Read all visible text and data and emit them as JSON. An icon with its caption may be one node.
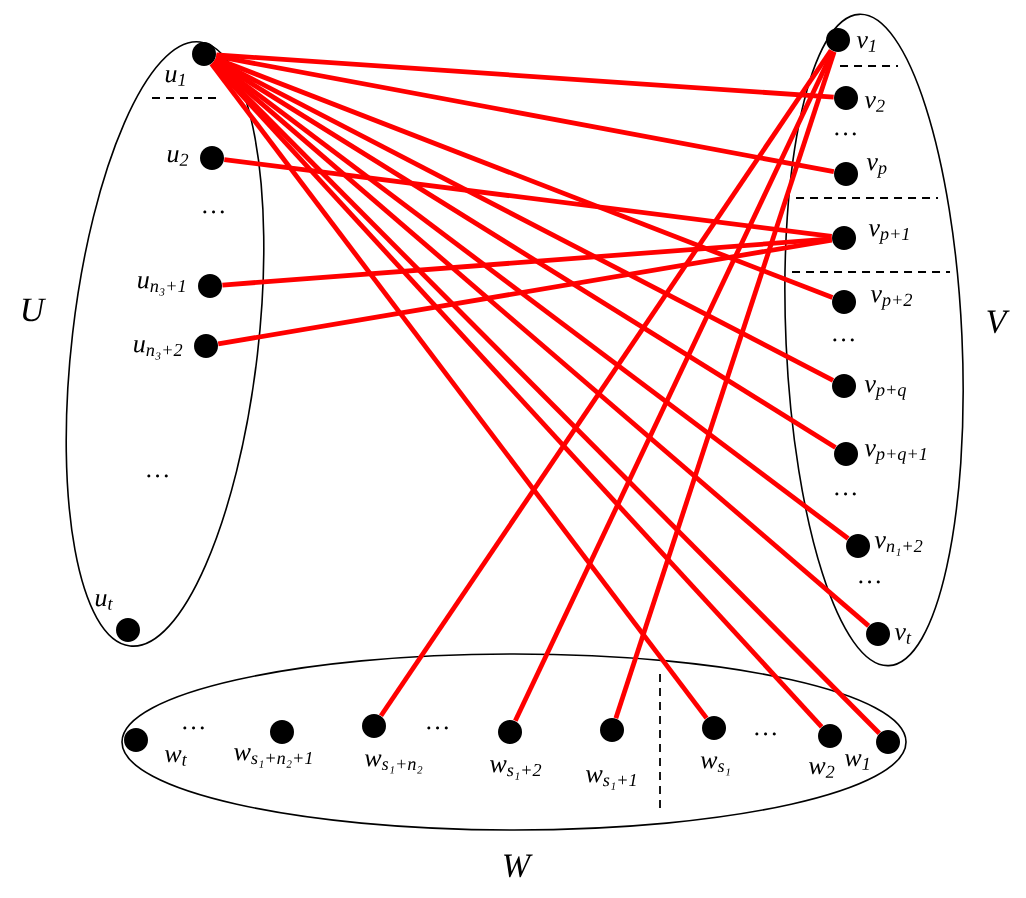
{
  "diagram": {
    "nodes": [
      {
        "text": [
          "U"
        ]
      },
      {
        "text": [],
        "shape": "circle",
        "beside": [
          "u$_{1}$"
        ],
        "in": 0
      },
      {
        "text": [],
        "shape": "circle",
        "beside": [
          "u$_{2}$"
        ],
        "in": 0
      },
      {
        "text": [],
        "shape": "circle",
        "beside": [
          "u$_{n₃+1}$"
        ],
        "in": 0
      },
      {
        "text": [],
        "shape": "circle",
        "beside": [
          "u$_{n₃+2}$"
        ],
        "in": 0
      },
      {
        "text": [],
        "shape": "circle",
        "beside": [
          "u$_{t}$"
        ],
        "in": 0
      },
      {
        "text": [
          "V"
        ]
      },
      {
        "text": [],
        "shape": "circle",
        "beside": [
          "v$_{1}$"
        ],
        "in": 6
      },
      {
        "text": [],
        "shape": "circle",
        "beside": [
          "v$_{2}$"
        ],
        "in": 6
      },
      {
        "text": [],
        "shape": "circle",
        "beside": [
          "v$_{p}$"
        ],
        "in": 6
      },
      {
        "text": [],
        "shape": "circle",
        "beside": [
          "v$_{p+1}$"
        ],
        "in": 6
      },
      {
        "text": [],
        "shape": "circle",
        "beside": [
          "v$_{p+2}$"
        ],
        "in": 6
      },
      {
        "text": [],
        "shape": "circle",
        "beside": [
          "v$_{p+q}$"
        ],
        "in": 6
      },
      {
        "text": [],
        "shape": "circle",
        "beside": [
          "v$_{p+q+1}$"
        ],
        "in": 6
      },
      {
        "text": [],
        "shape": "circle",
        "beside": [
          "v$_{n₁+2}$"
        ],
        "in": 6
      },
      {
        "text": [],
        "shape": "circle",
        "beside": [
          "v$_{t}$"
        ],
        "in": 6
      },
      {
        "text": [
          "W"
        ]
      },
      {
        "text": [],
        "shape": "circle",
        "beside": [
          "w$_{t}$"
        ],
        "in": 16
      },
      {
        "text": [],
        "shape": "circle",
        "beside": [
          "w$_{s₁+n₂+1}$"
        ],
        "in": 16
      },
      {
        "text": [],
        "shape": "circle",
        "beside": [
          "w$_{s₁+n₂}$"
        ],
        "in": 16
      },
      {
        "text": [],
        "shape": "circle",
        "beside": [
          "w$_{s₁+2}$"
        ],
        "in": 16
      },
      {
        "text": [],
        "shape": "circle",
        "beside": [
          "w$_{s₁+1}$"
        ],
        "in": 16
      },
      {
        "text": [],
        "shape": "circle",
        "beside": [
          "w$_{s₁}$"
        ],
        "in": 16
      },
      {
        "text": [],
        "shape": "circle",
        "beside": [
          "w$_{2}$"
        ],
        "in": 16
      },
      {
        "text": [],
        "shape": "circle",
        "beside": [
          "w$_{1}$"
        ],
        "in": 16
      }
    ],
    "edges": [
      {
        "from": 1,
        "to": 8,
        "arrow": "none"
      },
      {
        "from": 1,
        "to": 9,
        "arrow": "none"
      },
      {
        "from": 1,
        "to": 11,
        "arrow": "none"
      },
      {
        "from": 1,
        "to": 12,
        "arrow": "none"
      },
      {
        "from": 1,
        "to": 13,
        "arrow": "none"
      },
      {
        "from": 1,
        "to": 14,
        "arrow": "none"
      },
      {
        "from": 1,
        "to": 15,
        "arrow": "none"
      },
      {
        "from": 1,
        "to": 22,
        "arrow": "none"
      },
      {
        "from": 1,
        "to": 23,
        "arrow": "none"
      },
      {
        "from": 1,
        "to": 24,
        "arrow": "none"
      },
      {
        "from": 2,
        "to": 10,
        "arrow": "none"
      },
      {
        "from": 3,
        "to": 10,
        "arrow": "none"
      },
      {
        "from": 4,
        "to": 10,
        "arrow": "none"
      },
      {
        "from": 7,
        "to": 19,
        "arrow": "none"
      },
      {
        "from": 7,
        "to": 20,
        "arrow": "none"
      },
      {
        "from": 7,
        "to": 21,
        "arrow": "none"
      }
    ],
    "labels": [
      "…",
      "…",
      "…",
      "…",
      "…",
      "…",
      "…",
      "…",
      "…"
    ]
  }
}
